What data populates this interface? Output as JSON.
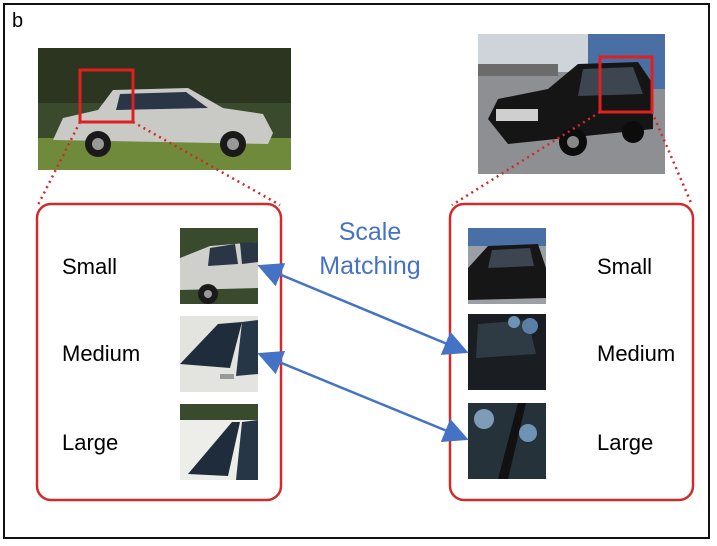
{
  "panel_label": "b",
  "center_text": {
    "line1": "Scale",
    "line2": "Matching"
  },
  "left_group": {
    "labels": [
      "Small",
      "Medium",
      "Large"
    ]
  },
  "right_group": {
    "labels": [
      "Small",
      "Medium",
      "Large"
    ]
  },
  "colors": {
    "highlight_box": "#e02020",
    "arrow": "#4472c4",
    "group_border": "#d12a2a"
  }
}
